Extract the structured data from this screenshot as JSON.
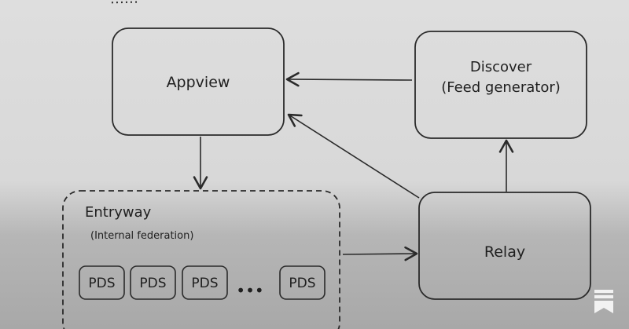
{
  "diagram": {
    "top_cut_text": "......",
    "nodes": {
      "appview": {
        "label": "Appview"
      },
      "discover": {
        "line1": "Discover",
        "line2": "(Feed generator)"
      },
      "entryway": {
        "label": "Entryway",
        "sublabel": "(Internal federation)"
      },
      "relay": {
        "label": "Relay"
      },
      "pds": [
        "PDS",
        "PDS",
        "PDS",
        "PDS"
      ],
      "ellipsis": "•••"
    }
  }
}
